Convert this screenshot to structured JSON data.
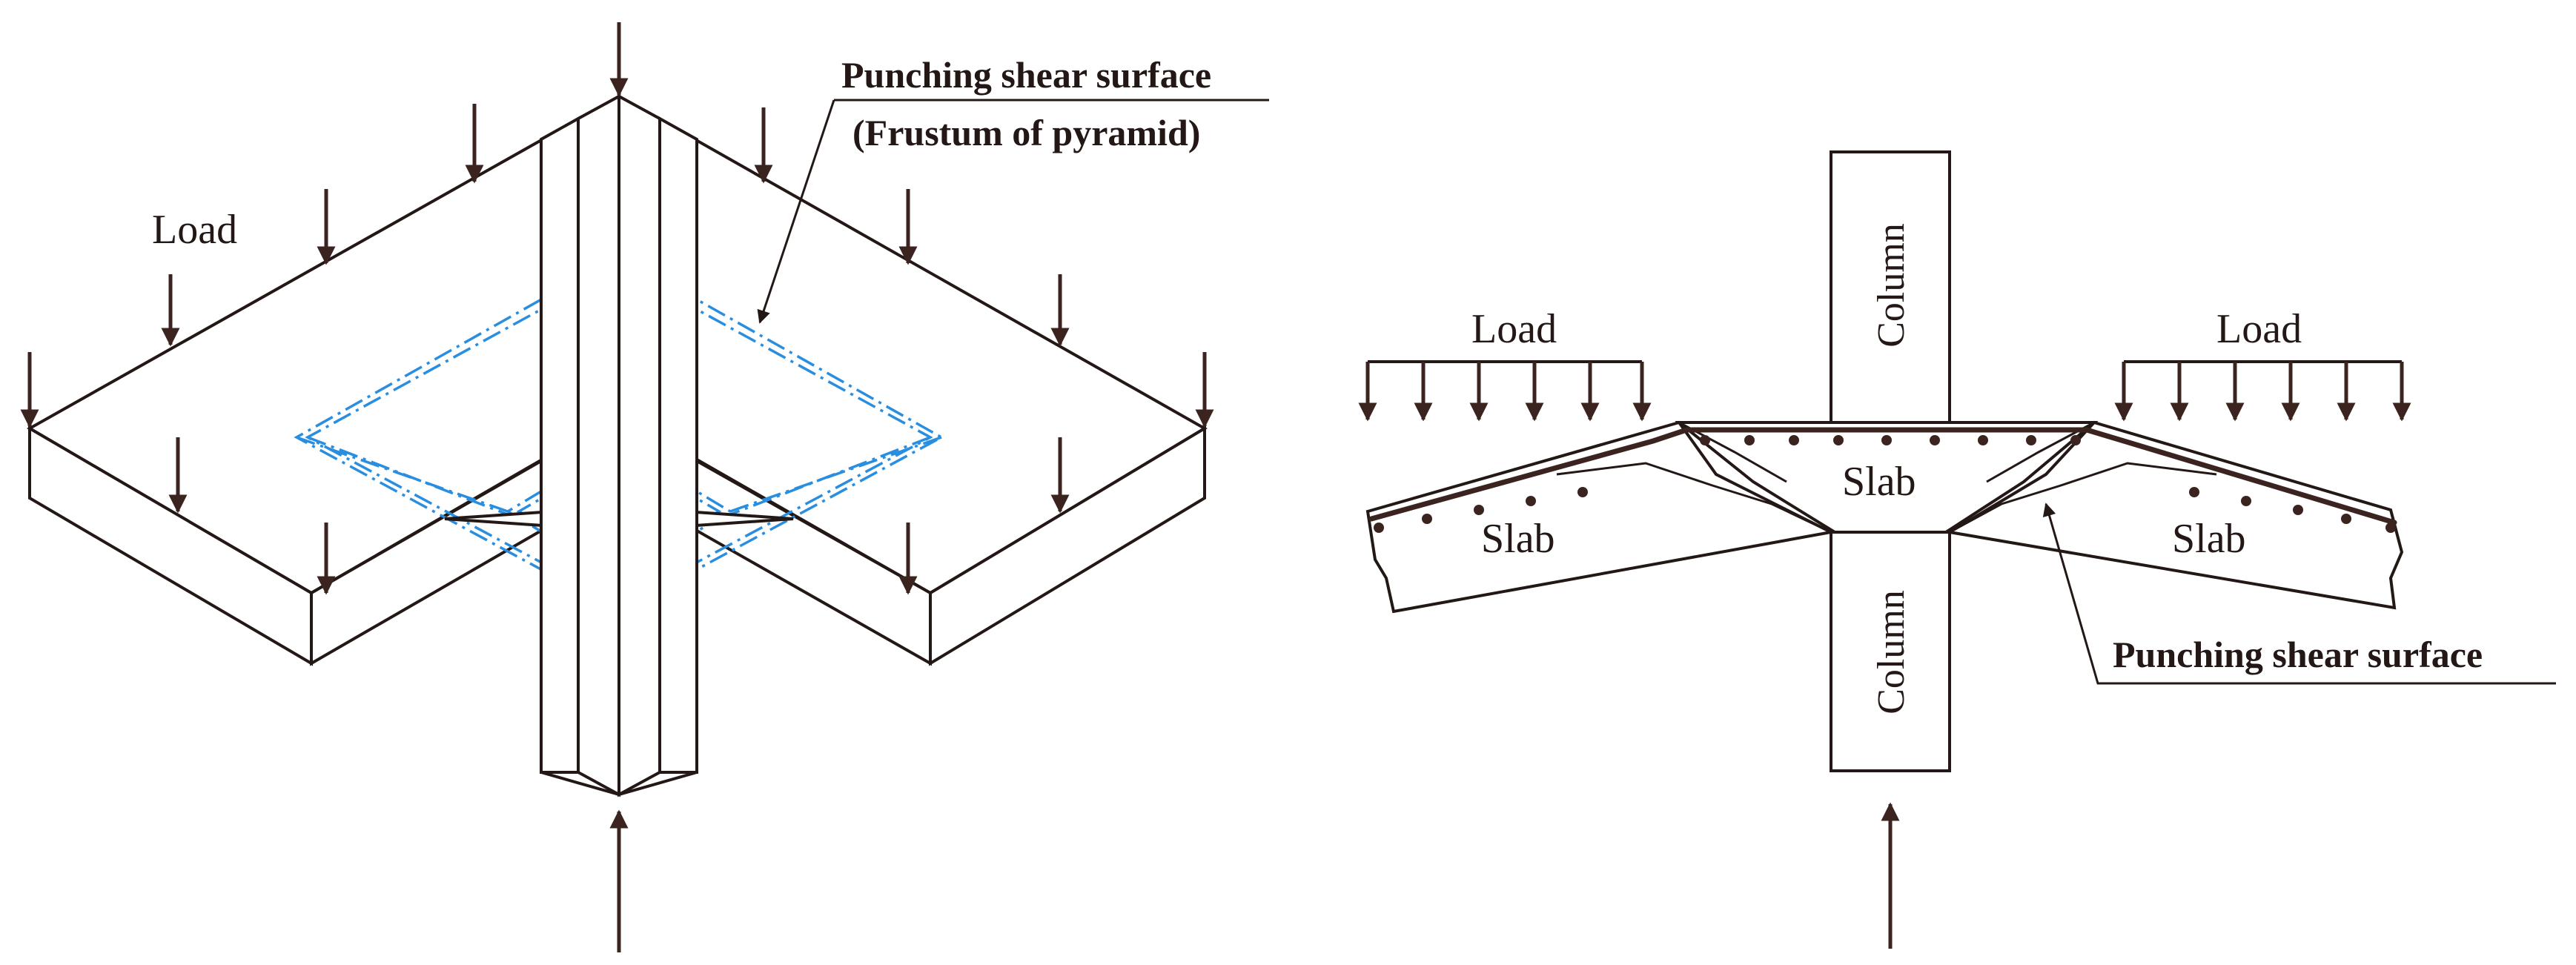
{
  "left_panel": {
    "load_label": "Load",
    "shear_surface_title": "Punching shear surface",
    "shear_surface_subtitle": "(Frustum of pyramid)"
  },
  "right_panel": {
    "load_left_label": "Load",
    "load_right_label": "Load",
    "column_top_label": "Column",
    "column_bottom_label": "Column",
    "slab_center_label": "Slab",
    "slab_left_label": "Slab",
    "slab_right_label": "Slab",
    "shear_surface_label": "Punching shear surface"
  },
  "colors": {
    "ink": "#231815",
    "arrow": "#3b2420",
    "dashed_surface": "#2a8ee0",
    "annotation_text": "#1d3f8f"
  }
}
